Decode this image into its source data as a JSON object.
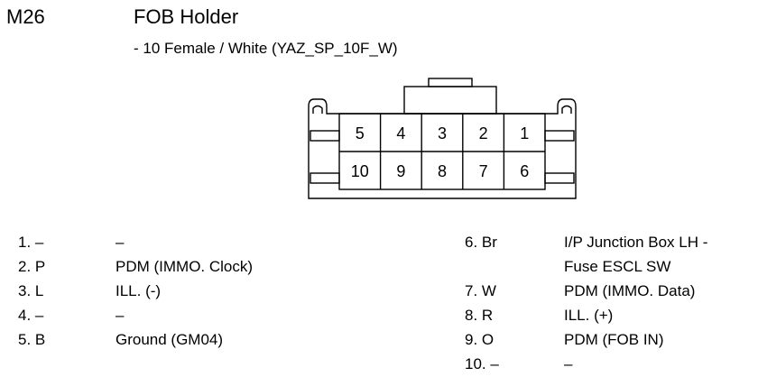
{
  "header": {
    "code": "M26",
    "title": "FOB Holder",
    "subtitle": "- 10 Female / White (YAZ_SP_10F_W)"
  },
  "connector": {
    "top_row": [
      "5",
      "4",
      "3",
      "2",
      "1"
    ],
    "bottom_row": [
      "10",
      "9",
      "8",
      "7",
      "6"
    ]
  },
  "pins_left": [
    {
      "pin": "1. –",
      "desc": "–"
    },
    {
      "pin": "2. P",
      "desc": "PDM (IMMO. Clock)"
    },
    {
      "pin": "3. L",
      "desc": "ILL. (-)"
    },
    {
      "pin": "4. –",
      "desc": "–"
    },
    {
      "pin": "5. B",
      "desc": "Ground (GM04)"
    }
  ],
  "pins_right": [
    {
      "pin": "6. Br",
      "desc": "I/P Junction Box LH -",
      "desc2": "Fuse ESCL SW"
    },
    {
      "pin": "7. W",
      "desc": "PDM (IMMO. Data)"
    },
    {
      "pin": "8. R",
      "desc": "ILL. (+)"
    },
    {
      "pin": "9. O",
      "desc": "PDM (FOB IN)"
    },
    {
      "pin": "10. –",
      "desc": "–"
    }
  ]
}
